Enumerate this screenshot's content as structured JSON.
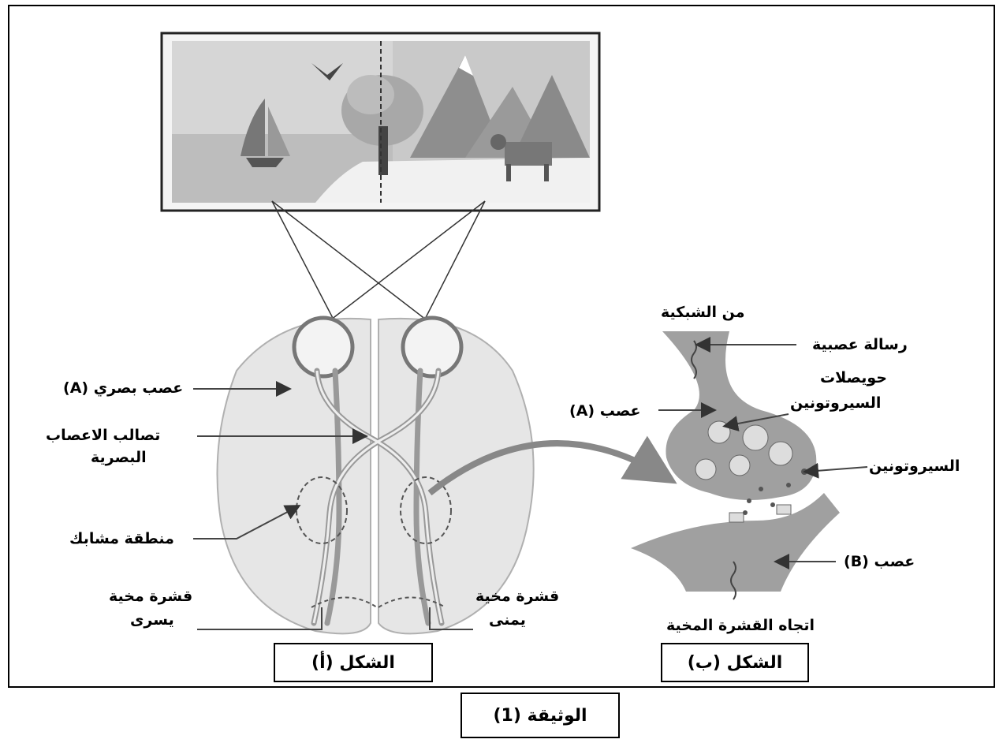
{
  "document": {
    "title": "الوثيقة (1)"
  },
  "figure_a": {
    "caption": "الشكل (أ)",
    "labels": {
      "optic_nerve": "عصب بصري (A)",
      "chiasm_1": "تصالب الاعصاب",
      "chiasm_2": "البصرية",
      "synapse_area": "منطقة مشابك",
      "left_cortex_1": "قشرة مخية",
      "left_cortex_2": "يسرى",
      "right_cortex_1": "قشرة مخية",
      "right_cortex_2": "يمنى"
    }
  },
  "figure_b": {
    "caption": "الشكل (ب)",
    "labels": {
      "from_retina": "من الشبكية",
      "nerve_message": "رسالة عصبية",
      "vesicles_1": "حويصلات",
      "vesicles_2": "السيروتونين",
      "nerve_a": "عصب (A)",
      "serotonin": "السيروتونين",
      "nerve_b": "عصب (B)",
      "to_cortex": "اتجاه القشرة المخية"
    }
  }
}
